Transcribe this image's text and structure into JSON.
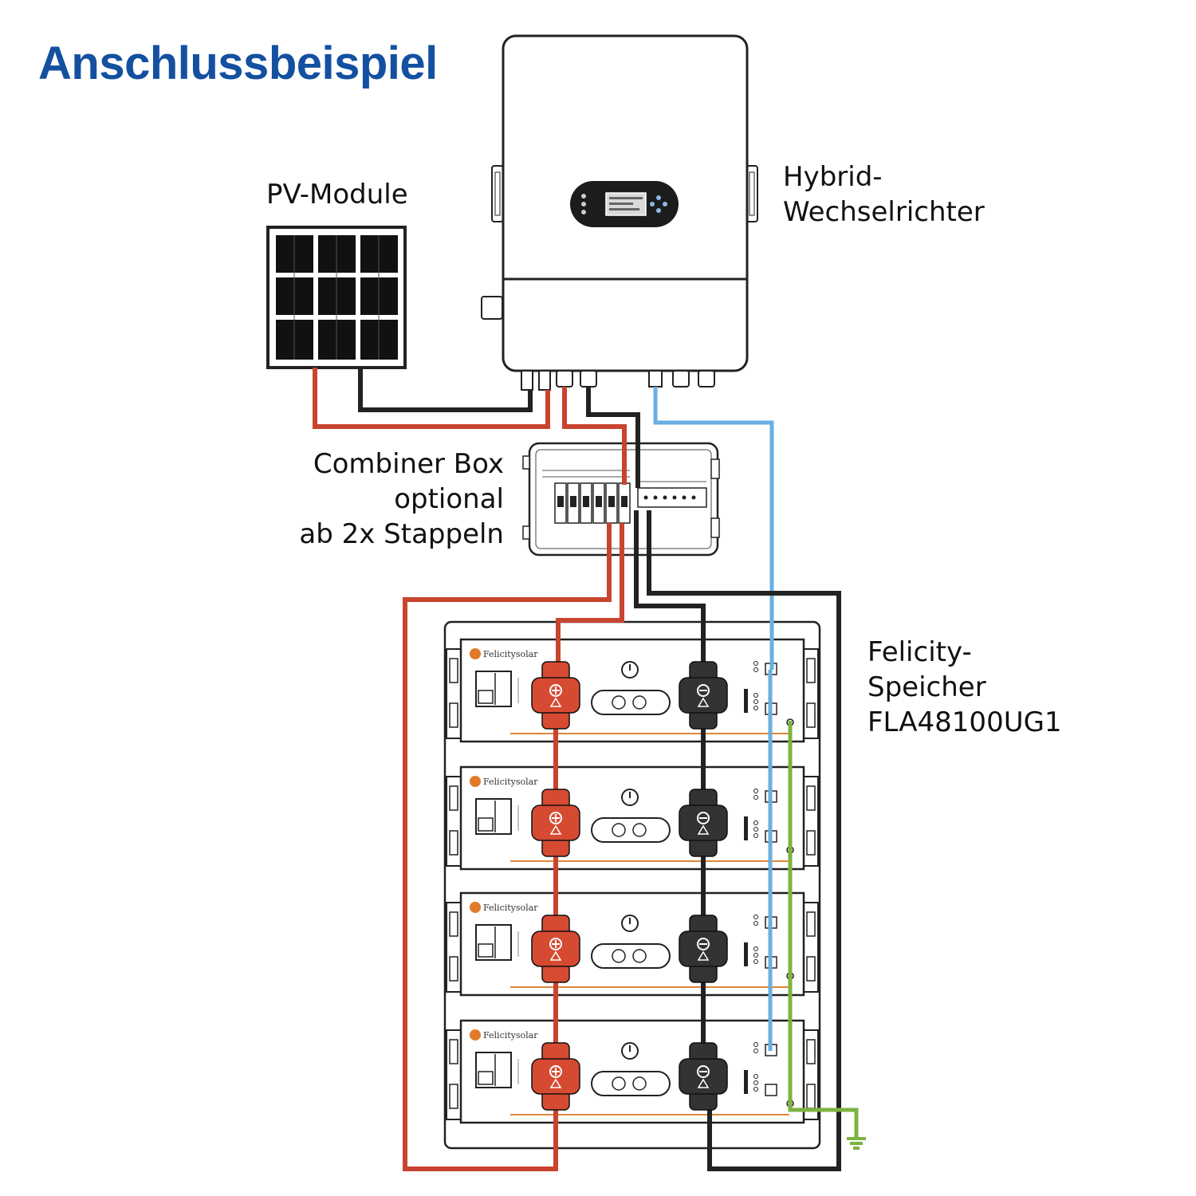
{
  "title": "Anschlussbeispiel",
  "labels": {
    "pv": "PV-Module",
    "inverter_line1": "Hybrid-",
    "inverter_line2": "Wechselrichter",
    "combiner_line1": "Combiner Box",
    "combiner_line2": "optional",
    "combiner_line3": "ab 2x Stappeln",
    "storage_line1": "Felicity-",
    "storage_line2": "Speicher",
    "storage_line3": "FLA48100UG1"
  },
  "battery": {
    "brand": "Felicitysolar",
    "count": 4
  },
  "colors": {
    "title": "#1450a0",
    "positive_cable": "#c8442e",
    "negative_cable": "#222222",
    "communication_cable": "#6aaee2",
    "ground_cable": "#7cb342",
    "connector_positive": "#d64a32",
    "connector_negative": "#333333"
  }
}
